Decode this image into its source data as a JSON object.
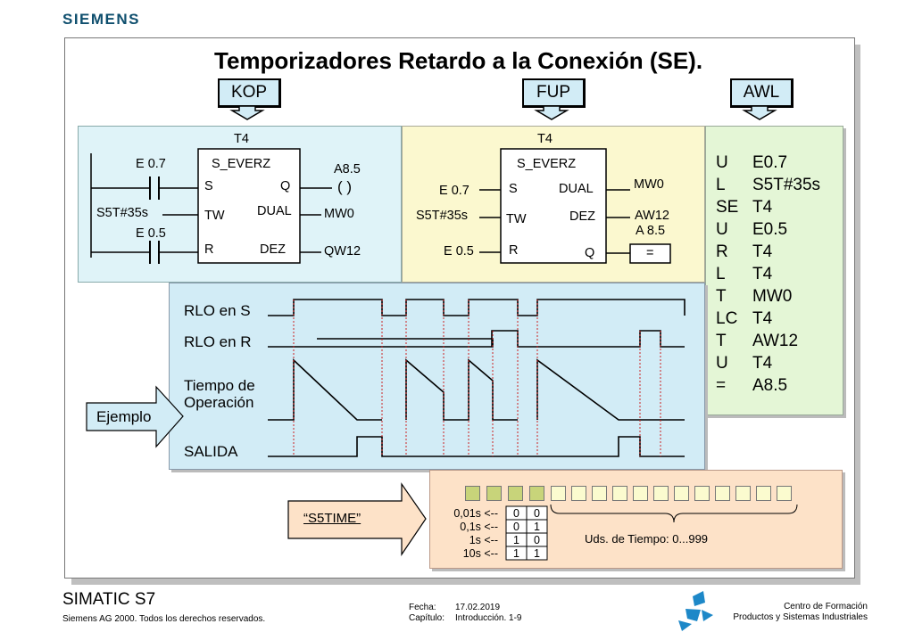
{
  "brand": "SIEMENS",
  "title": "Temporizadores Retardo a la Conexión (SE).",
  "tabs": {
    "kop": "KOP",
    "fup": "FUP",
    "awl": "AWL"
  },
  "kop": {
    "timer": "T4",
    "block": "S_EVERZ",
    "pin_s": "S",
    "pin_q": "Q",
    "pin_tw": "TW",
    "pin_dual": "DUAL",
    "pin_r": "R",
    "pin_dez": "DEZ",
    "in_s": "E 0.7",
    "in_tw": "S5T#35s",
    "in_r": "E 0.5",
    "out_q": "A8.5",
    "out_coil": "(    )",
    "out_dual": "MW0",
    "out_dez": "QW12"
  },
  "fup": {
    "timer": "T4",
    "block": "S_EVERZ",
    "pin_s": "S",
    "pin_dual": "DUAL",
    "pin_tw": "TW",
    "pin_dez": "DEZ",
    "pin_r": "R",
    "pin_q": "Q",
    "in_s": "E 0.7",
    "in_tw": "S5T#35s",
    "in_r": "E 0.5",
    "out_dual": "MW0",
    "out_dez": "AW12",
    "out_q": "A 8.5",
    "out_assign": "="
  },
  "awl": [
    {
      "op": "U",
      "arg": "E0.7"
    },
    {
      "op": "L",
      "arg": "S5T#35s"
    },
    {
      "op": "SE",
      "arg": "T4"
    },
    {
      "op": "U",
      "arg": "E0.5"
    },
    {
      "op": "R",
      "arg": "T4"
    },
    {
      "op": "L",
      "arg": "T4"
    },
    {
      "op": "T",
      "arg": "MW0"
    },
    {
      "op": "LC",
      "arg": "T4"
    },
    {
      "op": "T",
      "arg": "AW12"
    },
    {
      "op": "U",
      "arg": "T4"
    },
    {
      "op": "=",
      "arg": "A8.5"
    }
  ],
  "timing": {
    "label_s": "RLO en S",
    "label_r": "RLO en R",
    "label_time_1": "Tiempo de",
    "label_time_2": "Operación",
    "label_out": "SALIDA",
    "example": "Ejemplo"
  },
  "s5time": {
    "label": "“S5TIME”",
    "bases": [
      "0,01s <--",
      "0,1s <--",
      "1s <--",
      "10s <--"
    ],
    "codes": [
      [
        "0",
        "0"
      ],
      [
        "0",
        "1"
      ],
      [
        "1",
        "0"
      ],
      [
        "1",
        "1"
      ]
    ],
    "units": "Uds. de Tiempo:  0...999",
    "colors": {
      "base_bits": "#c8d47a",
      "value_bits": "#fbfbcf",
      "panel": "#fde2c8"
    }
  },
  "footer": {
    "product": "SIMATIC S7",
    "copyright": "Siemens AG 2000. Todos los derechos reservados.",
    "date_label": "Fecha:",
    "date_value": "17.02.2019",
    "chapter_label": "Capítulo:",
    "chapter_value": "Introducción. 1-9",
    "center_1": "Centro de Formación",
    "center_2": "Productos y Sistemas Industriales"
  },
  "colors": {
    "kop_panel": "#dff3f8",
    "fup_panel": "#fbf8cf",
    "awl_panel": "#e4f6d6",
    "timing_panel": "#d2ecf6",
    "accent": "#3b6fa6"
  }
}
